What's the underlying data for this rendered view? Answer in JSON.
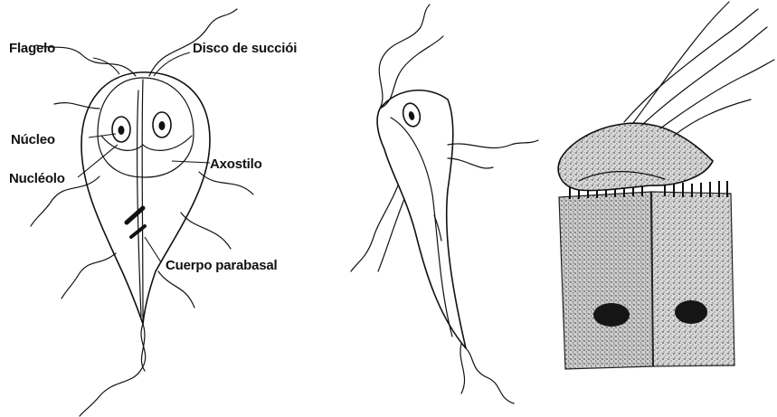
{
  "labels": {
    "flagelo": "Flagelo",
    "disco": "Disco de succiói",
    "nucleo": "Núcleo",
    "axostilo": "Axostilo",
    "nucleolo": "Nucléolo",
    "cuerpo": "Cuerpo parabasal"
  },
  "colors": {
    "ink": "#111111",
    "stipple_base": "#c9c9c9",
    "nucleus_fill": "#1a1a1a",
    "background": "#ffffff"
  }
}
